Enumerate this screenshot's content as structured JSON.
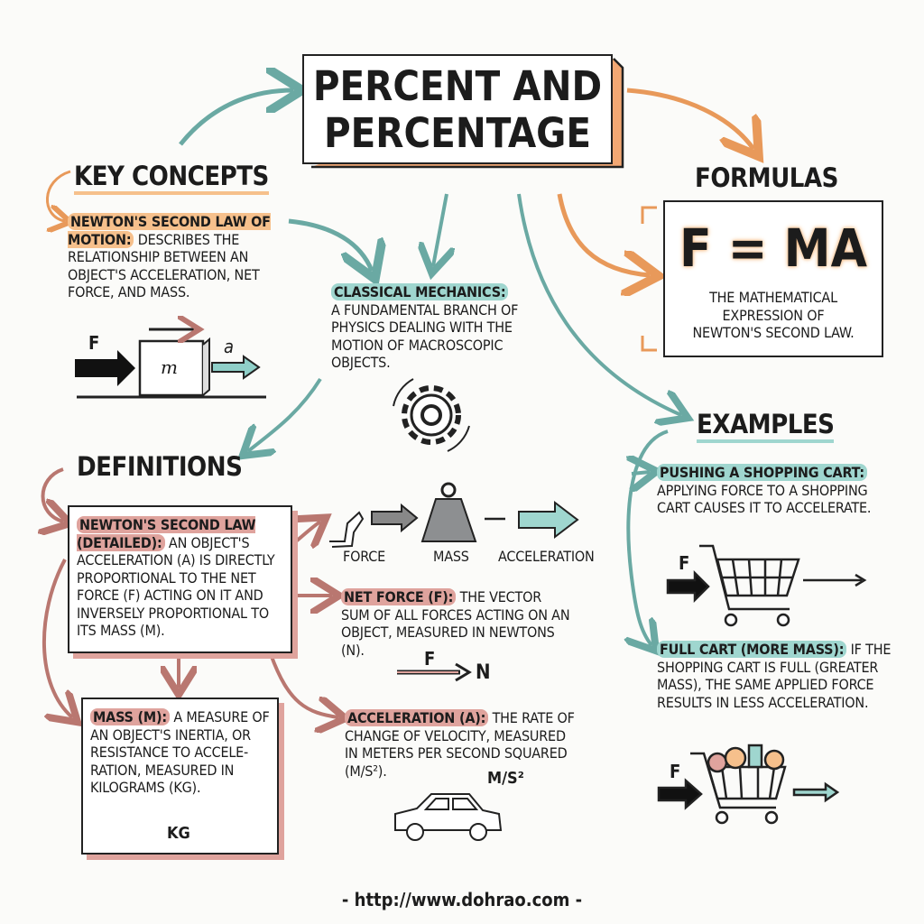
{
  "title": {
    "line1": "PERCENT AND",
    "line2": "PERCENTAGE"
  },
  "key_concepts": {
    "heading": "KEY CONCEPTS",
    "term": "NEWTON'S SECOND LAW OF MOTION:",
    "desc": "DESCRIBES THE RELATIONSHIP BETWEEN AN OBJECT'S ACCELERATION, NET FORCE, AND MASS.",
    "diagram": {
      "force_label": "F",
      "mass_label": "m",
      "accel_label": "a"
    }
  },
  "classical": {
    "term": "CLASSICAL MECHANICS:",
    "desc": "A FUNDAMENTAL BRANCH OF PHYSICS DEALING WITH THE MOTION OF MACROSCOPIC OBJECTS."
  },
  "formulas": {
    "heading": "FORMULAS",
    "formula": "F = MA",
    "desc": "THE MATHEMATICAL EXPRESSION OF NEWTON'S SECOND LAW."
  },
  "definitions": {
    "heading": "DEFINITIONS",
    "second_law": {
      "term": "NEWTON'S SECOND LAW (DETAILED):",
      "desc": "AN OBJECT'S ACCELERATION (A) IS DIRECTLY PROPORTIONAL TO THE NET FORCE (F) ACTING ON IT AND INVERSELY PROPORTIONAL TO ITS MASS (M)."
    },
    "icons": {
      "force": "FORCE",
      "mass": "MASS",
      "acceleration": "ACCELERATION"
    },
    "net_force": {
      "term": "NET FORCE (F):",
      "desc": "THE VECTOR SUM OF ALL FORCES ACTING ON AN OBJECT, MEASURED IN NEWTONS (N).",
      "f": "F",
      "n": "N"
    },
    "mass": {
      "term": "MASS (M):",
      "desc": "A MEASURE OF AN OBJECT'S INERTIA, OR RESISTANCE TO ACCELE-RATION, MEASURED IN KILOGRAMS (KG).",
      "weight": "KG"
    },
    "acceleration": {
      "term": "ACCELERATION (A):",
      "desc": "THE RATE OF CHANGE OF VELOCITY, MEASURED IN METERS PER SECOND SQUARED (M/S²).",
      "unit": "M/S²"
    }
  },
  "examples": {
    "heading": "EXAMPLES",
    "cart": {
      "term": "PUSHING A SHOPPING CART:",
      "desc": "APPLYING FORCE TO A SHOPPING CART CAUSES IT TO ACCELERATE.",
      "f": "F"
    },
    "full_cart": {
      "term": "FULL CART (MORE MASS):",
      "desc": "IF THE SHOPPING CART IS FULL (GREATER MASS), THE SAME APPLIED FORCE RESULTS IN LESS ACCELERATION.",
      "f": "F"
    }
  },
  "footer": "- http://www.dohrao.com -",
  "colors": {
    "orange": "#f6c08c",
    "teal": "#9fd6cf",
    "rose": "#dfa39d",
    "ink": "#1c1c1c"
  }
}
